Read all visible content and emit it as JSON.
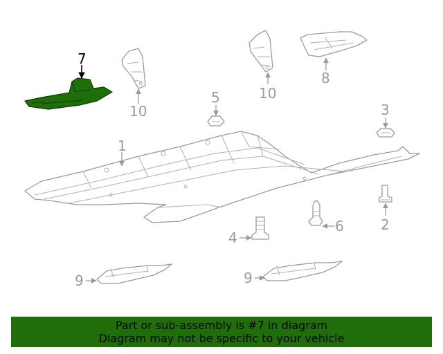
{
  "callouts": {
    "c1": "1",
    "c2": "2",
    "c3": "3",
    "c4": "4",
    "c5": "5",
    "c6": "6",
    "c7": "7",
    "c8": "8",
    "c9a": "9",
    "c9b": "9",
    "c10a": "10",
    "c10b": "10"
  },
  "highlighted_part": "7",
  "colors": {
    "highlight": "#1f6e0a",
    "line_art": "#9a9a9a",
    "banner_bg": "#1f6e0a"
  },
  "banner": {
    "line1": "Part or sub-assembly is #7 in diagram",
    "line2": "Diagram may not be specific to your vehicle"
  }
}
